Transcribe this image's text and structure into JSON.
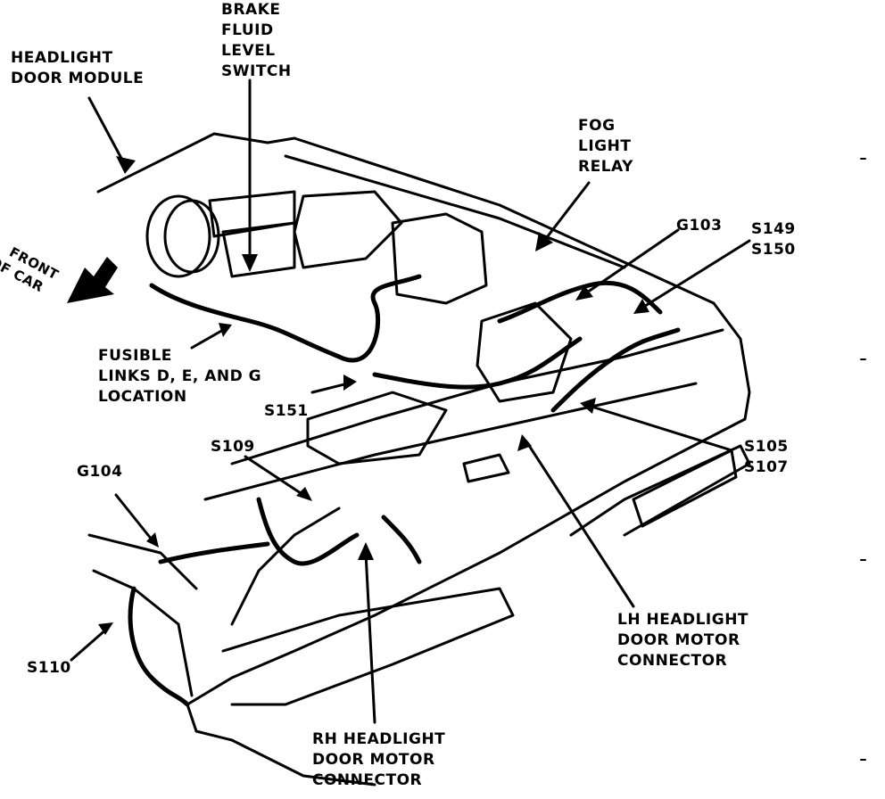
{
  "labels": {
    "headlight_door_module": [
      "HEADLIGHT",
      "DOOR MODULE"
    ],
    "brake_fluid_level_switch": [
      "BRAKE",
      "FLUID",
      "LEVEL",
      "SWITCH"
    ],
    "fog_light_relay": [
      "FOG",
      "LIGHT",
      "RELAY"
    ],
    "front_of_car": [
      "FRONT",
      "OF CAR"
    ],
    "g103": "G103",
    "s149_s150": [
      "S149",
      "S150"
    ],
    "fusible_links": [
      "FUSIBLE",
      "LINKS D, E, AND G",
      "LOCATION"
    ],
    "s151": "S151",
    "s109": "S109",
    "s105_s107": [
      "S105",
      "S107"
    ],
    "g104": "G104",
    "s110": "S110",
    "lh_headlight_connector": [
      "LH HEADLIGHT",
      "DOOR MOTOR",
      "CONNECTOR"
    ],
    "rh_headlight_connector": [
      "RH HEADLIGHT",
      "DOOR MOTOR",
      "CONNECTOR"
    ]
  },
  "colors": {
    "ink": "#000000",
    "paper": "#ffffff"
  }
}
